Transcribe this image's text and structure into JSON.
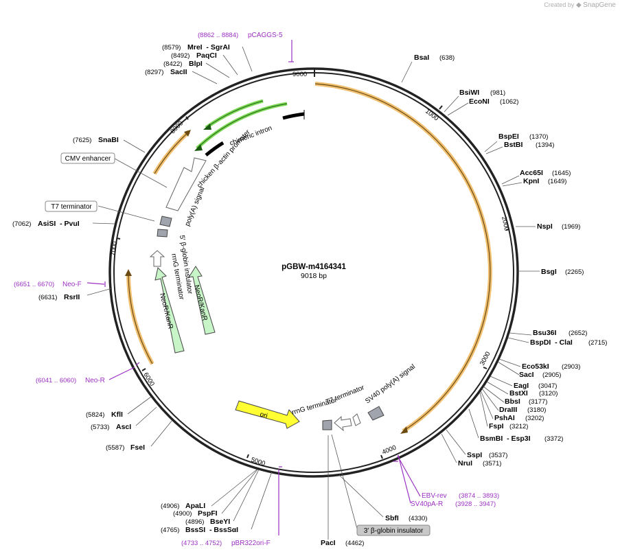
{
  "credit": {
    "prefix": "Created by",
    "brand": "SnapGene"
  },
  "plasmid": {
    "name": "pGBW-m4164341",
    "size_label": "9018 bp"
  },
  "ticks": [
    "1000",
    "2000",
    "3000",
    "4000",
    "5000",
    "6000",
    "7000",
    "8000",
    "9000"
  ],
  "enzymes": [
    {
      "name": "BsaI",
      "pos": "(638)"
    },
    {
      "name": "BsiWI",
      "pos": "(981)"
    },
    {
      "name": "EcoNI",
      "pos": "(1062)"
    },
    {
      "name": "BspEI",
      "pos": "(1370)"
    },
    {
      "name": "BstBI",
      "pos": "(1394)"
    },
    {
      "name": "Acc65I",
      "pos": "(1645)"
    },
    {
      "name": "KpnI",
      "pos": "(1649)"
    },
    {
      "name": "NspI",
      "pos": "(1969)"
    },
    {
      "name": "BsgI",
      "pos": "(2265)"
    },
    {
      "name": "Bsu36I",
      "pos": "(2652)"
    },
    {
      "name": "BspDI  - ClaI",
      "pos": "(2715)"
    },
    {
      "name": "Eco53kI",
      "pos": "(2903)"
    },
    {
      "name": "SacI",
      "pos": "(2905)"
    },
    {
      "name": "EagI",
      "pos": "(3047)"
    },
    {
      "name": "BstXI",
      "pos": "(3120)"
    },
    {
      "name": "BbsI",
      "pos": "(3177)"
    },
    {
      "name": "DraIII",
      "pos": "(3180)"
    },
    {
      "name": "PshAI",
      "pos": "(3202)"
    },
    {
      "name": "FspI",
      "pos": "(3212)"
    },
    {
      "name": "BsmBI  - Esp3I",
      "pos": "(3372)"
    },
    {
      "name": "SspI",
      "pos": "(3537)"
    },
    {
      "name": "NruI",
      "pos": "(3571)"
    },
    {
      "name": "SbfI",
      "pos": "(4330)"
    },
    {
      "name": "PacI",
      "pos": "(4462)"
    },
    {
      "name": "ApaLI",
      "pos": "(4906)"
    },
    {
      "name": "PspFI",
      "pos": "(4900)"
    },
    {
      "name": "BseYI",
      "pos": "(4896)"
    },
    {
      "name": "BssSI  - BssSαI",
      "pos": "(4765)"
    },
    {
      "name": "FseI",
      "pos": "(5587)"
    },
    {
      "name": "AscI",
      "pos": "(5733)"
    },
    {
      "name": "KflI",
      "pos": "(5824)"
    },
    {
      "name": "RsrII",
      "pos": "(6631)"
    },
    {
      "name": "AsiSI  - PvuI",
      "pos": "(7062)"
    },
    {
      "name": "SnaBI",
      "pos": "(7625)"
    },
    {
      "name": "SacII",
      "pos": "(8297)"
    },
    {
      "name": "BlpI",
      "pos": "(8422)"
    },
    {
      "name": "PaqCI",
      "pos": "(8492)"
    },
    {
      "name": "MreI  - SgrAI",
      "pos": "(8579)"
    }
  ],
  "primers": [
    {
      "name": "pCAGGS-5",
      "pos": "(8862 .. 8884)"
    },
    {
      "name": "EBV-rev",
      "pos": "(3874 .. 3893)"
    },
    {
      "name": "SV40pA-R",
      "pos": "(3928 .. 3947)"
    },
    {
      "name": "pBR322ori-F",
      "pos": "(4733 .. 4752)"
    },
    {
      "name": "Neo-R",
      "pos": "(6041 .. 6060)"
    },
    {
      "name": "Neo-F",
      "pos": "(6651 .. 6670)"
    }
  ],
  "boxed_features": [
    {
      "name": "CMV enhancer"
    },
    {
      "name": "T7 terminator"
    },
    {
      "name": "3′ β-globin insulator"
    }
  ],
  "feature_labels": [
    {
      "name": "chimeric intron"
    },
    {
      "name": "chicken β-actin promoter"
    },
    {
      "name": "poly(A) signal"
    },
    {
      "name": "5′ β-globin insulator"
    },
    {
      "name": "rrnG terminator"
    },
    {
      "name": "NeoR/KanR"
    },
    {
      "name": "NeoR/KanR"
    },
    {
      "name": "ori"
    },
    {
      "name": "rrnG terminator"
    },
    {
      "name": "T7 terminator"
    },
    {
      "name": "SV40 poly(A) signal"
    }
  ],
  "colors": {
    "backbone": "#222222",
    "orf": "#f0c070",
    "orf_line": "#8a5a10",
    "primer": "#9b2fc2",
    "promoter": "#7ed957",
    "neo": "#c8f5c8",
    "ori": "#ffff33",
    "terminator": "#a0a4ac"
  }
}
